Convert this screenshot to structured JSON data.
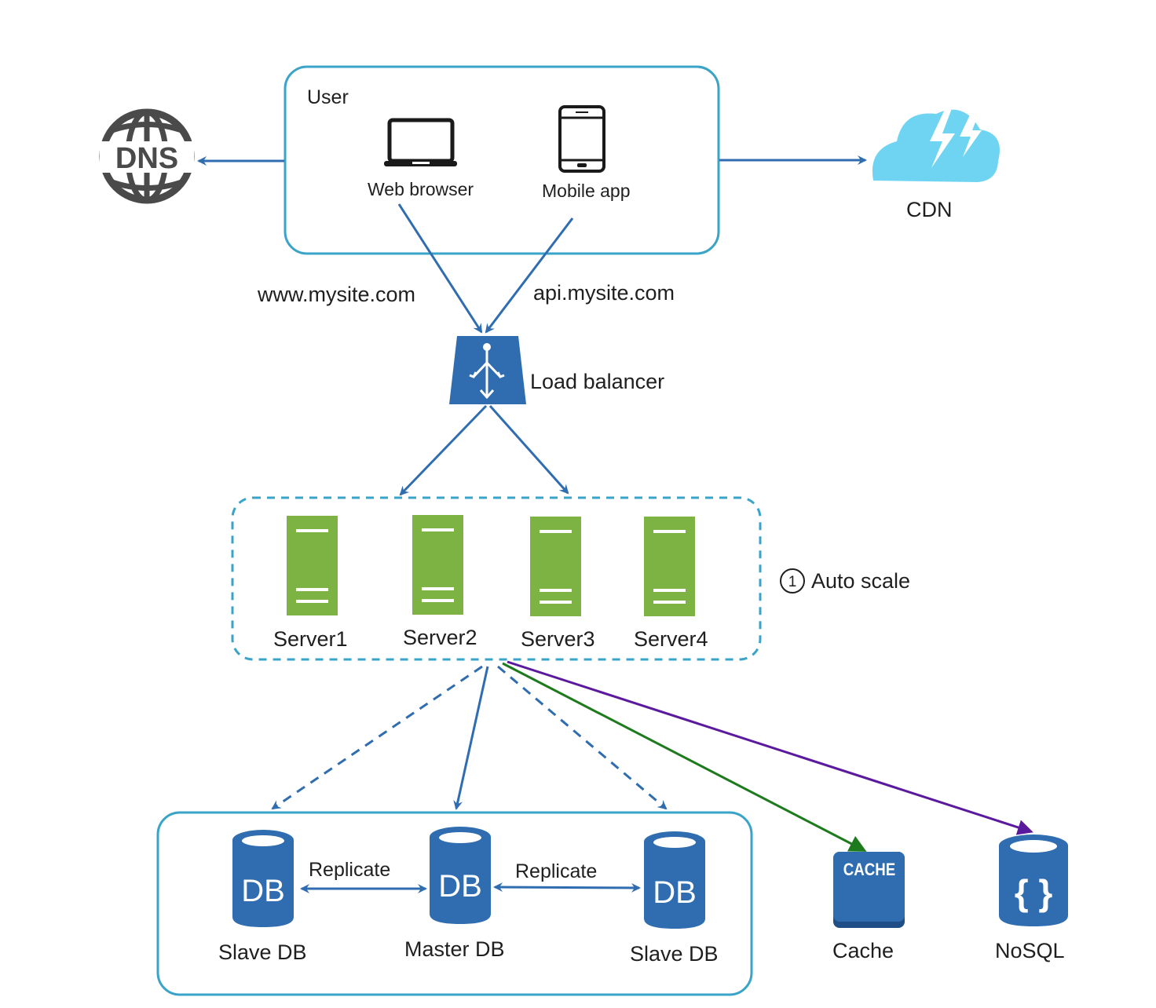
{
  "user_box": {
    "title": "User"
  },
  "clients": {
    "web": "Web browser",
    "mobile": "Mobile app"
  },
  "dns": {
    "icon_text": "DNS",
    "icon": "dns-globe-icon"
  },
  "cdn": {
    "label": "CDN",
    "icon": "cloud-lightning-icon"
  },
  "domains": {
    "web": "www.mysite.com",
    "api": "api.mysite.com"
  },
  "load_balancer": {
    "label": "Load balancer",
    "icon": "load-balancer-icon"
  },
  "servers": [
    "Server1",
    "Server2",
    "Server3",
    "Server4"
  ],
  "auto_scale": {
    "number": "1",
    "label": "Auto scale"
  },
  "databases": {
    "slave_left": "Slave DB",
    "master": "Master DB",
    "slave_right": "Slave DB",
    "icon_text": "DB",
    "replicate_left": "Replicate",
    "replicate_right": "Replicate"
  },
  "cache": {
    "label": "Cache",
    "icon_text": "CACHE"
  },
  "nosql": {
    "label": "NoSQL",
    "icon_text": "{ }"
  },
  "colors": {
    "primary_blue": "#2f6db0",
    "box_border": "#3aa4c8",
    "server_green": "#7cb342",
    "cdn_cyan": "#6fd4f2",
    "dns_gray": "#4a4a4a",
    "cache_arrow": "#1d7a1d",
    "nosql_arrow": "#5b1a9e"
  }
}
